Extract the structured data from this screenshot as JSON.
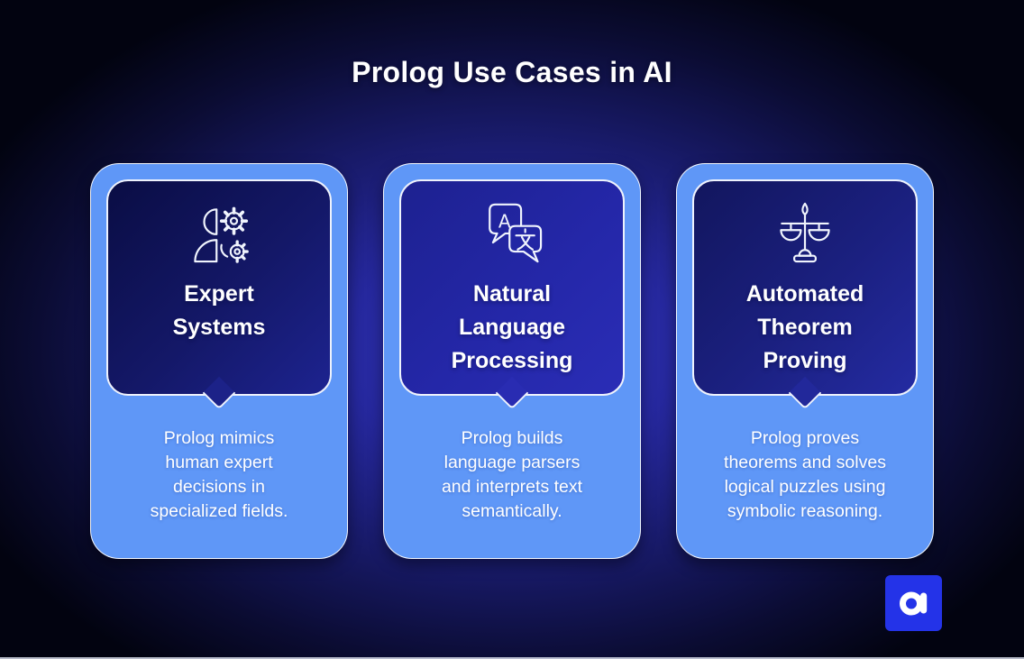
{
  "page": {
    "title": "Prolog Use Cases in AI"
  },
  "cards": [
    {
      "icon": "expert-system-person-gears-icon",
      "title": "Expert Systems",
      "title_lines": [
        "Expert",
        "Systems"
      ],
      "description": "Prolog mimics human expert decisions in specialized fields.",
      "description_lines": [
        "Prolog mimics",
        "human expert",
        "decisions in",
        "specialized fields."
      ]
    },
    {
      "icon": "translation-speech-bubbles-icon",
      "title": "Natural Language Processing",
      "title_lines": [
        "Natural",
        "Language",
        "Processing"
      ],
      "description": "Prolog builds language parsers and interprets text semantically.",
      "description_lines": [
        "Prolog builds",
        "language parsers",
        "and interprets text",
        "semantically."
      ]
    },
    {
      "icon": "balance-scales-icon",
      "title": "Automated Theorem Proving",
      "title_lines": [
        "Automated",
        "Theorem",
        "Proving"
      ],
      "description": "Prolog proves theorems and solves logical puzzles using symbolic reasoning.",
      "description_lines": [
        "Prolog proves",
        "theorems and solves",
        "logical puzzles using",
        "symbolic reasoning."
      ]
    }
  ],
  "logo": {
    "letter": "a",
    "label": "brand logo letter a"
  },
  "colors": {
    "background_glow": "#3034b2",
    "background_edge": "#020310",
    "card_fill": "#5f97f7",
    "panel_dark": "#0a0d44",
    "panel_bright": "#2a2db6",
    "logo_blue": "#2433e8",
    "text": "#ffffff",
    "line": "#eef2fc"
  }
}
